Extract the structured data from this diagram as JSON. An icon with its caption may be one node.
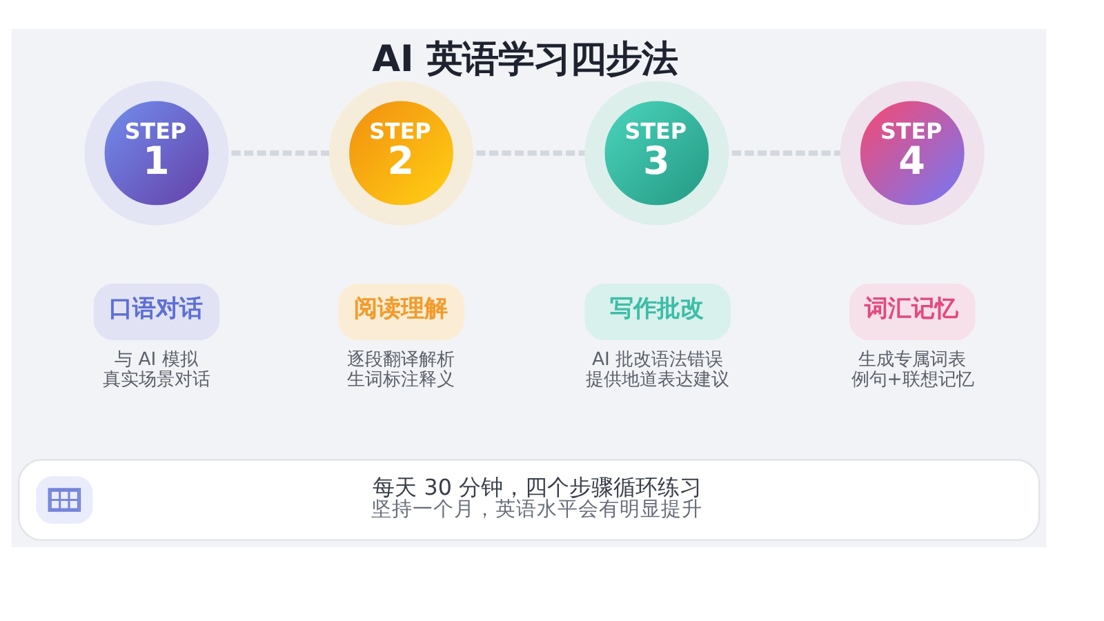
{
  "diagram": {
    "title": "AI 英语学习四步法",
    "nodes": [
      {
        "text": [
          "STEP",
          "1"
        ]
      },
      {
        "text": [
          "STEP",
          "2"
        ]
      },
      {
        "text": [
          "STEP",
          "3"
        ]
      },
      {
        "text": [
          "STEP",
          "4"
        ]
      },
      {
        "text": [
          "口语对话"
        ],
        "beside": [
          "与 AI 模拟",
          "真实场景对话"
        ]
      },
      {
        "text": [
          "阅读理解"
        ],
        "beside": [
          "逐段翻译解析",
          "生词标注释义"
        ]
      },
      {
        "text": [
          "写作批改"
        ],
        "beside": [
          "AI 批改语法错误",
          "提供地道表达建议"
        ]
      },
      {
        "text": [
          "词汇记忆"
        ],
        "beside": [
          "生成专属词表",
          "例句+联想记忆"
        ]
      },
      {
        "text": [
          "每天 30 分钟，四个步骤循环练习",
          "坚持一个月，英语水平会有明显提升"
        ]
      }
    ],
    "edges": [
      {
        "from": 0,
        "to": 1,
        "arrow": "none",
        "style": "dashed"
      },
      {
        "from": 1,
        "to": 2,
        "arrow": "none",
        "style": "dashed"
      },
      {
        "from": 2,
        "to": 3,
        "arrow": "none",
        "style": "dashed"
      }
    ]
  }
}
